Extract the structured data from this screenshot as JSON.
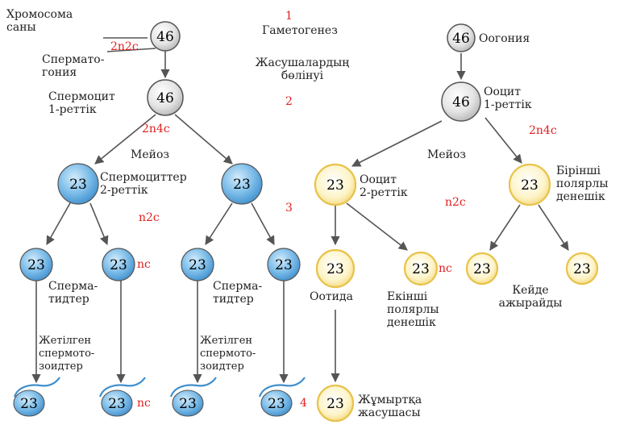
{
  "nodes": {
    "spermatogonia": "46",
    "primary_spermatocyte": "46",
    "secondary_spermatocyte_left": "23",
    "secondary_spermatocyte_right": "23",
    "spermatid_1": "23",
    "spermatid_2": "23",
    "spermatid_3": "23",
    "spermatid_4": "23",
    "sperm_1": "23",
    "sperm_2": "23",
    "sperm_3": "23",
    "sperm_4": "23",
    "oogonia": "46",
    "primary_oocyte": "46",
    "secondary_oocyte": "23",
    "first_polar_body": "23",
    "ootid": "23",
    "second_polar_body": "23",
    "polar_split_left": "23",
    "polar_split_right": "23",
    "egg_cell": "23"
  },
  "labels": {
    "chromosome_count": "Хромосома\nсаны",
    "spermatogonia": "Спермато-\nгония",
    "primary_spermatocyte": "Спермоцит\n1-реттік",
    "meiosis_left": "Мейоз",
    "secondary_spermatocytes": "Спермоциттер\n2-реттік",
    "spermatids_left": "Сперма-\nтидтер",
    "spermatids_right": "Сперма-\nтидтер",
    "mature_sperm_left": "Жетілген\nспермото-\nзоидтер",
    "mature_sperm_right": "Жетілген\nспермото-\nзоидтер",
    "gametogenesis": "Гаметогенез",
    "cell_division": "Жасушалардың\nбөлінуі",
    "oogonia": "Оогония",
    "primary_oocyte": "Ооцит\n1-реттік",
    "meiosis_right": "Мейоз",
    "secondary_oocyte": "Ооцит\n2-реттік",
    "first_polar_body": "Бірінші\nполярлы\nденешік",
    "ootid": "Оотида",
    "second_polar_body": "Екінші\nполярлы\nденешік",
    "sometimes_splits": "Кейде\nажырайды",
    "egg_cell": "Жұмыртқа\nжасушасы"
  },
  "annotations": {
    "num_1": "1",
    "num_2": "2",
    "num_3": "3",
    "num_4": "4",
    "formula_2n2c": "2n2c",
    "formula_2n4c_left": "2n4c",
    "formula_2n4c_right": "2n4c",
    "formula_n2c_left": "n2c",
    "formula_n2c_right": "n2c",
    "formula_nc_spermatid": "nc",
    "formula_nc_sperm": "nc",
    "formula_nc_polar": "nc"
  },
  "colors": {
    "gray_cell": "#d6d6d6",
    "blue_cell": "#5ba8e0",
    "yellow_cell": "#f7e9a6",
    "annotation_red": "#e02020",
    "arrow": "#555555"
  }
}
